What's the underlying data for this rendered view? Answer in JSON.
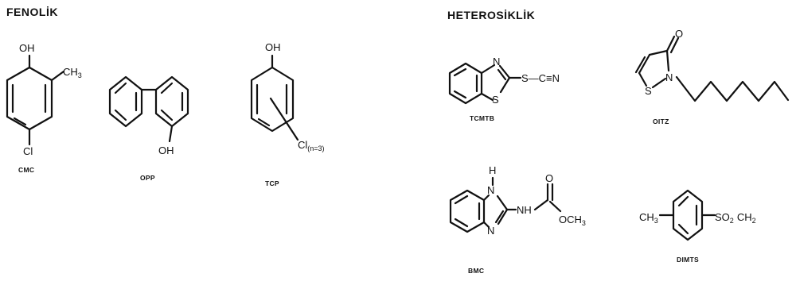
{
  "headings": {
    "phenolic": "FENOLİK",
    "heterocyclic": "HETEROSİKLİK"
  },
  "compounds": {
    "cmc": {
      "name": "CMC",
      "oh": "OH",
      "ch": "CH",
      "ch_sub": "3",
      "cl": "Cl"
    },
    "opp": {
      "name": "OPP",
      "oh": "OH"
    },
    "tcp": {
      "name": "TCP",
      "oh": "OH",
      "cl": "Cl",
      "cl_sub": "(n=3)"
    },
    "tcmtb": {
      "name": "TCMTB",
      "n": "N",
      "s": "S",
      "chain": "S—C≡N"
    },
    "oitz": {
      "name": "OITZ",
      "o": "O",
      "n": "N",
      "s": "S"
    },
    "bmc": {
      "name": "BMC",
      "h": "H",
      "n_top": "N",
      "n_bottom": "N",
      "nh": "NH",
      "o": "O",
      "och": "OCH",
      "och_sub": "3"
    },
    "dimts": {
      "name": "DIMTS",
      "ch": "CH",
      "ch_sub": "3",
      "so": "SO",
      "so_sub": "2",
      "ch2": "CH",
      "ch2_sub": "2"
    }
  }
}
